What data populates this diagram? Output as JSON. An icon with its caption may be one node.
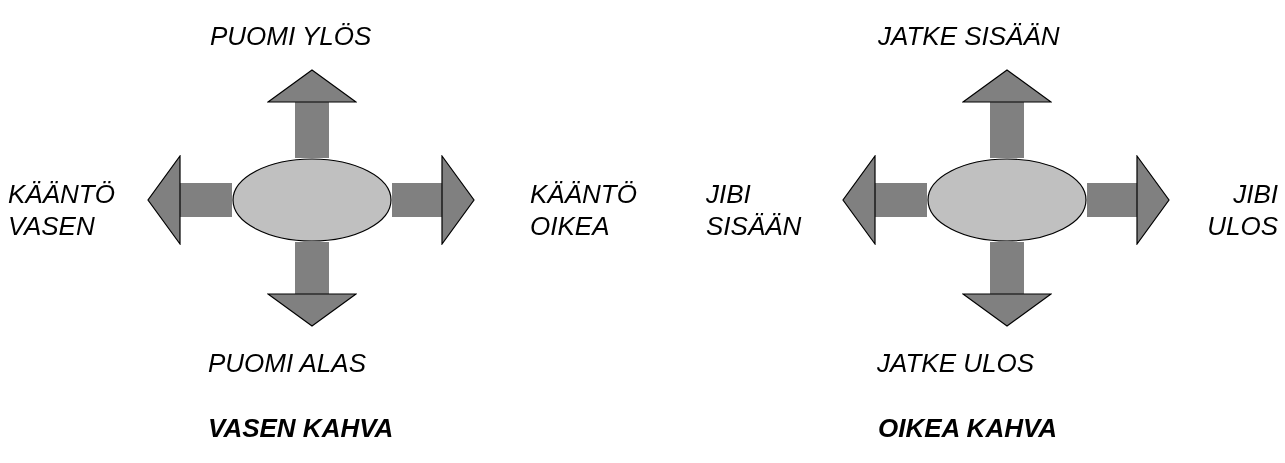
{
  "diagram": {
    "nodes": [
      {
        "text": [],
        "shape": "ellipse"
      },
      {
        "text": [
          "PUOMI YLÖS"
        ]
      },
      {
        "text": [
          "KÄÄNTÖ VASEN"
        ]
      },
      {
        "text": [
          "KÄÄNTÖ OIKEA"
        ]
      },
      {
        "text": [
          "PUOMI ALAS"
        ]
      },
      {
        "text": [],
        "shape": "ellipse"
      },
      {
        "text": [
          "JATKE SISÄÄN"
        ]
      },
      {
        "text": [
          "JIBI SISÄÄN"
        ]
      },
      {
        "text": [
          "JIBI ULOS"
        ]
      },
      {
        "text": [
          "JATKE ULOS"
        ]
      }
    ],
    "edges": [
      {
        "from": 0,
        "to": 1,
        "arrow": "to"
      },
      {
        "from": 0,
        "to": 2,
        "arrow": "to"
      },
      {
        "from": 0,
        "to": 3,
        "arrow": "to"
      },
      {
        "from": 0,
        "to": 4,
        "arrow": "to"
      },
      {
        "from": 5,
        "to": 6,
        "arrow": "to"
      },
      {
        "from": 5,
        "to": 7,
        "arrow": "to"
      },
      {
        "from": 5,
        "to": 8,
        "arrow": "to"
      },
      {
        "from": 5,
        "to": 9,
        "arrow": "to"
      }
    ],
    "labels": [
      "VASEN KAHVA",
      "OIKEA KAHVA"
    ]
  }
}
